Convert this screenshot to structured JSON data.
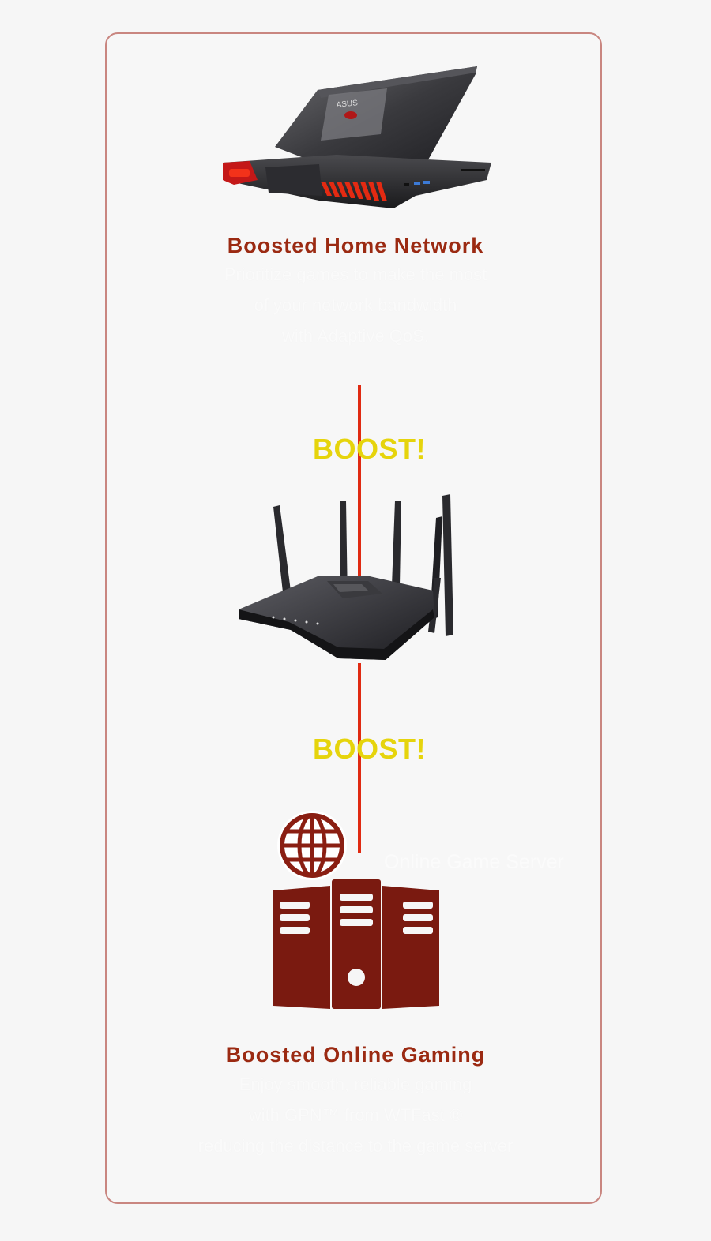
{
  "top": {
    "title": "Boosted Home Network",
    "lines": [
      "Prioritize games to make the most",
      "of your network bandwidth",
      "with Adaptive QoS."
    ]
  },
  "boosts": [
    "BOOST!",
    "BOOST!"
  ],
  "server": {
    "label": "Online Game Server"
  },
  "bottom": {
    "title": "Boosted Online Gaming",
    "lines": [
      "Enjoy smooth, reliable gaming",
      "with GPN™ from WTFast ®",
      "reducing the distance to the game server"
    ]
  },
  "colors": {
    "accent_red": "#e02a12",
    "title_red": "#9b2a12",
    "server_red": "#7a1a10",
    "boost_yellow": "#e6d40c",
    "border": "#c98680"
  }
}
